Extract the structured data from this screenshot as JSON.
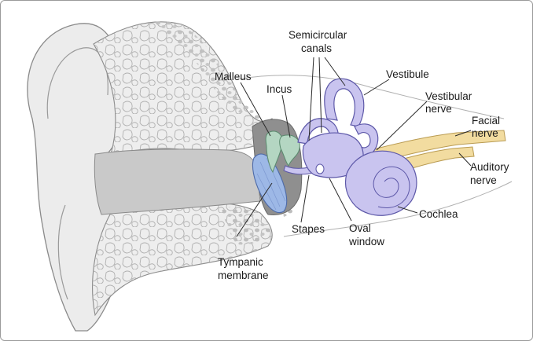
{
  "labels": {
    "semicircular_canals_line1": "Semicircular",
    "semicircular_canals_line2": "canals",
    "malleus": "Malleus",
    "incus": "Incus",
    "vestibule": "Vestibule",
    "vestibular_nerve_line1": "Vestibular",
    "vestibular_nerve_line2": "nerve",
    "facial_nerve_line1": "Facial",
    "facial_nerve_line2": "nerve",
    "auditory_nerve_line1": "Auditory",
    "auditory_nerve_line2": "nerve",
    "cochlea": "Cochlea",
    "stapes": "Stapes",
    "oval_window_line1": "Oval",
    "oval_window_line2": "window",
    "tympanic_membrane_line1": "Tympanic",
    "tympanic_membrane_line2": "membrane"
  },
  "colors": {
    "skin": "#ececec",
    "skin_outline": "#8a8a8a",
    "bone": "#e6e6e6",
    "bone_dots": "#b9b9b9",
    "canal": "#c9c9c9",
    "middle_ear": "#9a9a9a",
    "labyrinth": "#c9c4ef",
    "labyrinth_outline": "#5d58a8",
    "ossicle": "#b4d6c2",
    "tympanic": "#9db8e6",
    "nerve": "#f2dca0"
  }
}
